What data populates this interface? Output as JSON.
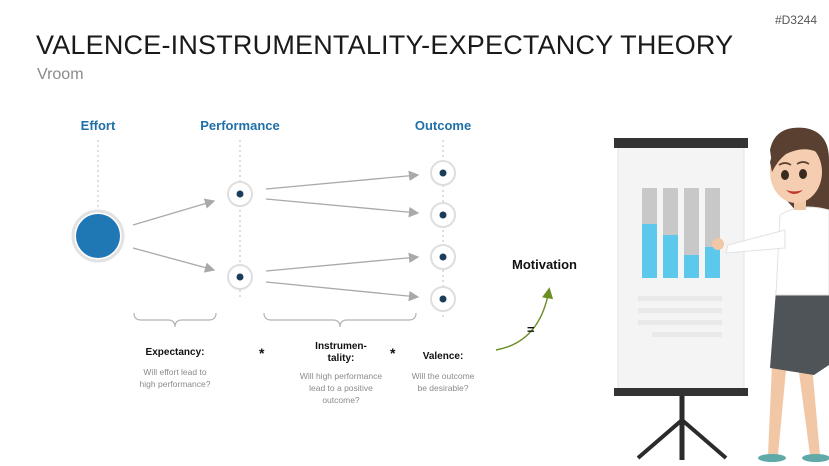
{
  "slide": {
    "code": "#D3244",
    "title": "VALENCE-INSTRUMENTALITY-EXPECTANCY THEORY",
    "subtitle": "Vroom"
  },
  "diagram": {
    "headers": {
      "effort": "Effort",
      "performance": "Performance",
      "outcome": "Outcome"
    },
    "terms": {
      "expectancy": {
        "title": "Expectancy:",
        "desc_line1": "Will effort lead to",
        "desc_line2": "high performance?"
      },
      "instrumentality": {
        "title_line1": "Instrumen-",
        "title_line2": "tality:",
        "desc_line1": "Will high performance",
        "desc_line2": "lead to a positive",
        "desc_line3": "outcome?"
      },
      "valence": {
        "title": "Valence:",
        "desc_line1": "Will the outcome",
        "desc_line2": "be desirable?"
      }
    },
    "operators": {
      "multiply_1": "*",
      "multiply_2": "*",
      "equals": "="
    },
    "result": "Motivation"
  },
  "colors": {
    "effort_blue": "#1f77b4",
    "header_blue": "#1f6fa8",
    "node_dark": "#1c3d5a",
    "arrow_green": "#6b8e23",
    "bar_cyan": "#5bc8ec",
    "bar_gray": "#c8c8c8"
  },
  "illustration": {
    "description_icon": "presenter-woman-icon",
    "flipchart_bars_fill_fraction": [
      0.6,
      0.48,
      0.25,
      0.35
    ]
  }
}
